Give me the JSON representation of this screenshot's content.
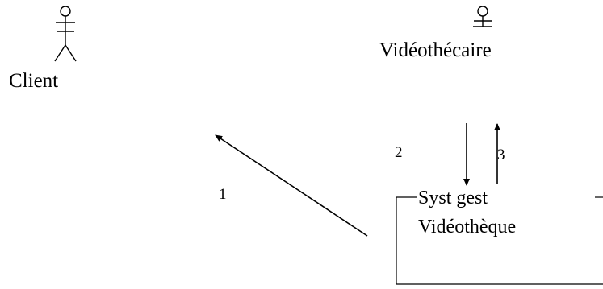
{
  "actors": {
    "client": {
      "label": "Client"
    },
    "videothecaire": {
      "label": "Vidéothécaire"
    }
  },
  "system": {
    "line1": "Syst gest",
    "line2": "Vidéothèque"
  },
  "messages": [
    {
      "number": "1"
    },
    {
      "number": "2"
    },
    {
      "number": "3"
    }
  ]
}
